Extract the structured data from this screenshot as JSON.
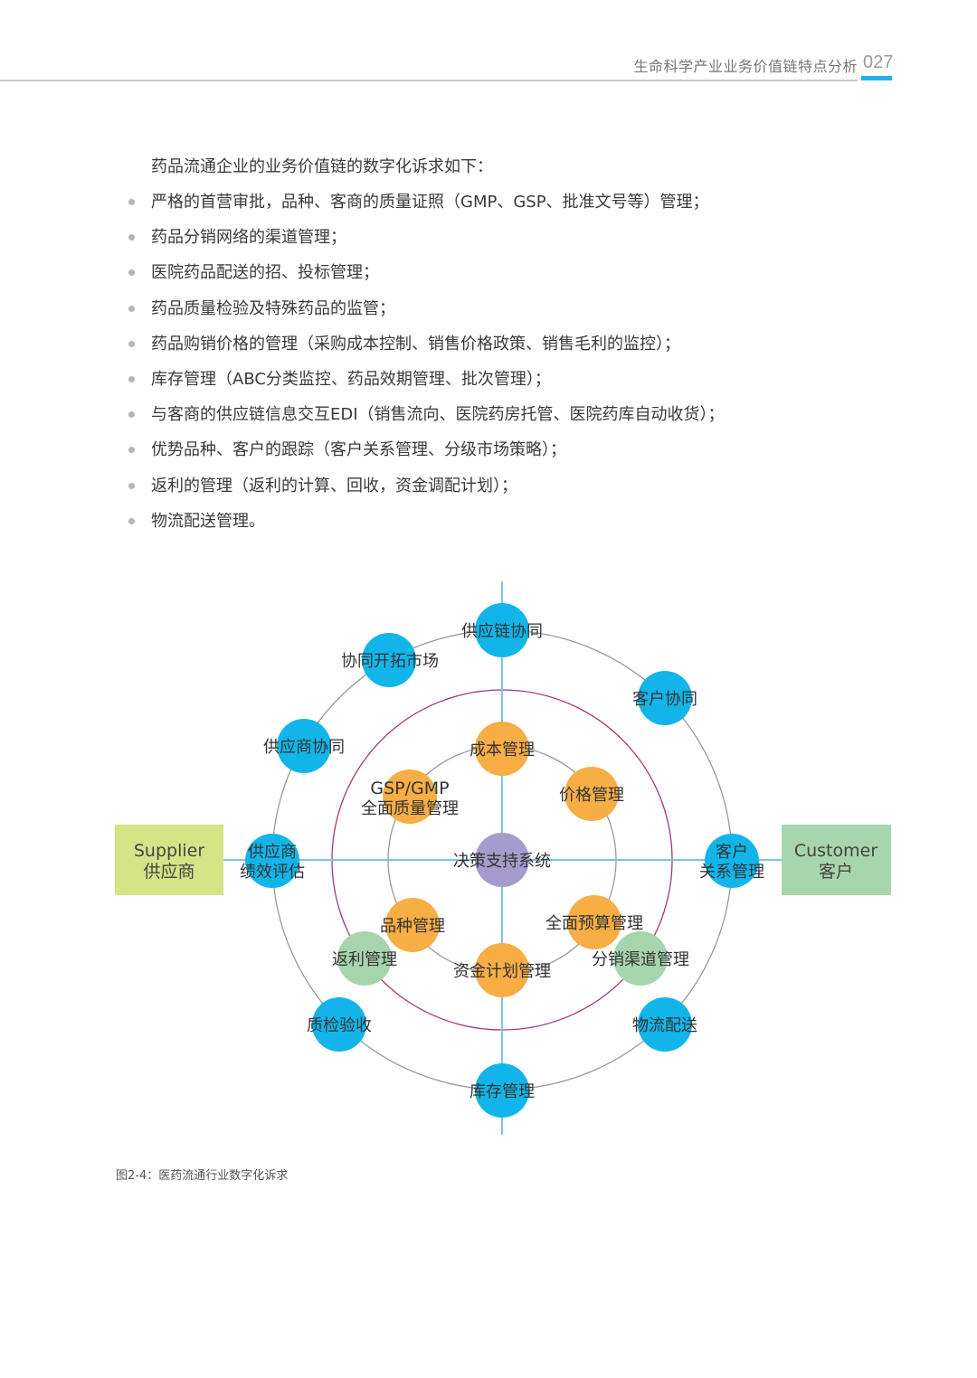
{
  "header": {
    "title": "生命科学产业业务价值链特点分析",
    "page_number": "027"
  },
  "intro": "药品流通企业的业务价值链的数字化诉求如下：",
  "bullets": [
    "严格的首营审批，品种、客商的质量证照（GMP、GSP、批准文号等）管理；",
    "药品分销网络的渠道管理；",
    "医院药品配送的招、投标管理；",
    "药品质量检验及特殊药品的监管；",
    "药品购销价格的管理（采购成本控制、销售价格政策、销售毛利的监控）；",
    "库存管理（ABC分类监控、药品效期管理、批次管理）；",
    "与客商的供应链信息交互EDI（销售流向、医院药房托管、医院药库自动收货）；",
    "优势品种、客户的跟踪（客户关系管理、分级市场策略）；",
    "返利的管理（返利的计算、回收，资金调配计划）；",
    "物流配送管理。"
  ],
  "diagram": {
    "supplier_box": {
      "en": "Supplier",
      "zh": "供应商"
    },
    "customer_box": {
      "en": "Customer",
      "zh": "客户"
    },
    "center": "决策支持系统",
    "outer_nodes": {
      "supply_chain": "供应链协同",
      "market": "协同开拓市场",
      "customer_sync": "客户协同",
      "supplier_sync": "供应商协同",
      "supplier_eval_1": "供应商",
      "supplier_eval_2": "绩效评估",
      "crm_1": "客户",
      "crm_2": "关系管理",
      "qc": "质检验收",
      "logistics": "物流配送",
      "inventory": "库存管理"
    },
    "inner_nodes": {
      "cost": "成本管理",
      "gsp_1": "GSP/GMP",
      "gsp_2": "全面质量管理",
      "price": "价格管理",
      "variety": "品种管理",
      "budget": "全面预算管理",
      "fund": "资金计划管理"
    },
    "green_nodes": {
      "rebate": "返利管理",
      "channel": "分销渠道管理"
    },
    "colors": {
      "blue": "#12b5ea",
      "orange": "#f6ae45",
      "green": "#a6d5ad",
      "purple": "#a59ccd",
      "supplier_box": "#d5e486",
      "customer_box": "#a7d5ad",
      "magenta_ring": "#a3387a",
      "axis": "#7cc4ea"
    }
  },
  "caption": "图2-4：医药流通行业数字化诉求"
}
